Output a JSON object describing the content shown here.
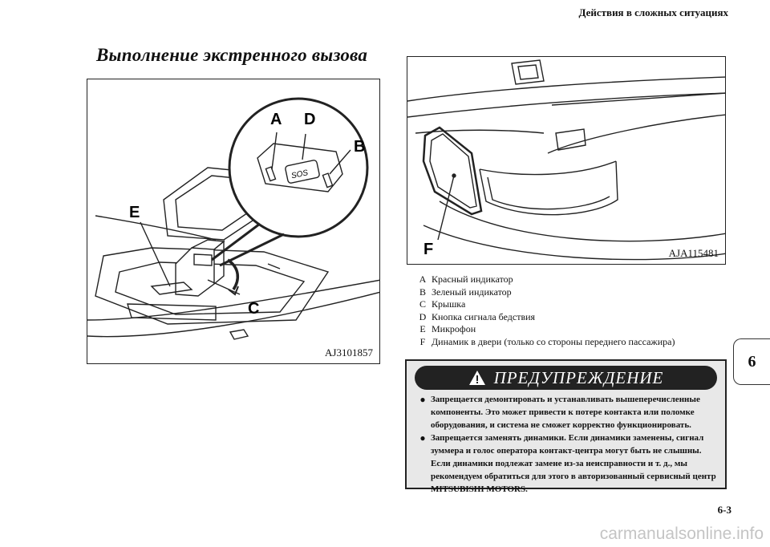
{
  "header": {
    "chapter_title": "Действия в сложных ситуациях"
  },
  "section": {
    "title": "Выполнение экстренного вызова"
  },
  "figure_left": {
    "code": "AJ3101857",
    "callouts": {
      "a": "A",
      "b": "B",
      "c": "C",
      "d": "D",
      "e": "E"
    },
    "sos_label": "SOS"
  },
  "figure_right": {
    "code": "AJA115481",
    "callouts": {
      "f": "F"
    }
  },
  "legend": [
    {
      "letter": "A",
      "text": "Красный индикатор"
    },
    {
      "letter": "B",
      "text": "Зеленый индикатор"
    },
    {
      "letter": "C",
      "text": "Крышка"
    },
    {
      "letter": "D",
      "text": "Кнопка сигнала бедствия"
    },
    {
      "letter": "E",
      "text": "Микрофон"
    },
    {
      "letter": "F",
      "text": "Динамик в двери (только со стороны переднего пассажира)"
    }
  ],
  "chapter_tab": "6",
  "warning": {
    "title": "ПРЕДУПРЕЖДЕНИЕ",
    "bullet": "●",
    "items": [
      "Запрещается демонтировать и устанавливать вышеперечисленные компоненты. Это может привести к потере контакта или поломке оборудования, и система не сможет корректно функционировать.",
      "Запрещается заменять динамики. Если динамики заменены, сигнал зуммера и голос оператора контакт-центра могут быть не слышны. Если динамики подлежат замене из-за неисправности и т. д., мы рекомендуем обратиться для этого в авторизованный сервисный центр MITSUBISHI MOTORS."
    ]
  },
  "page_number": "6-3",
  "watermark": "carmanualsonline.info"
}
